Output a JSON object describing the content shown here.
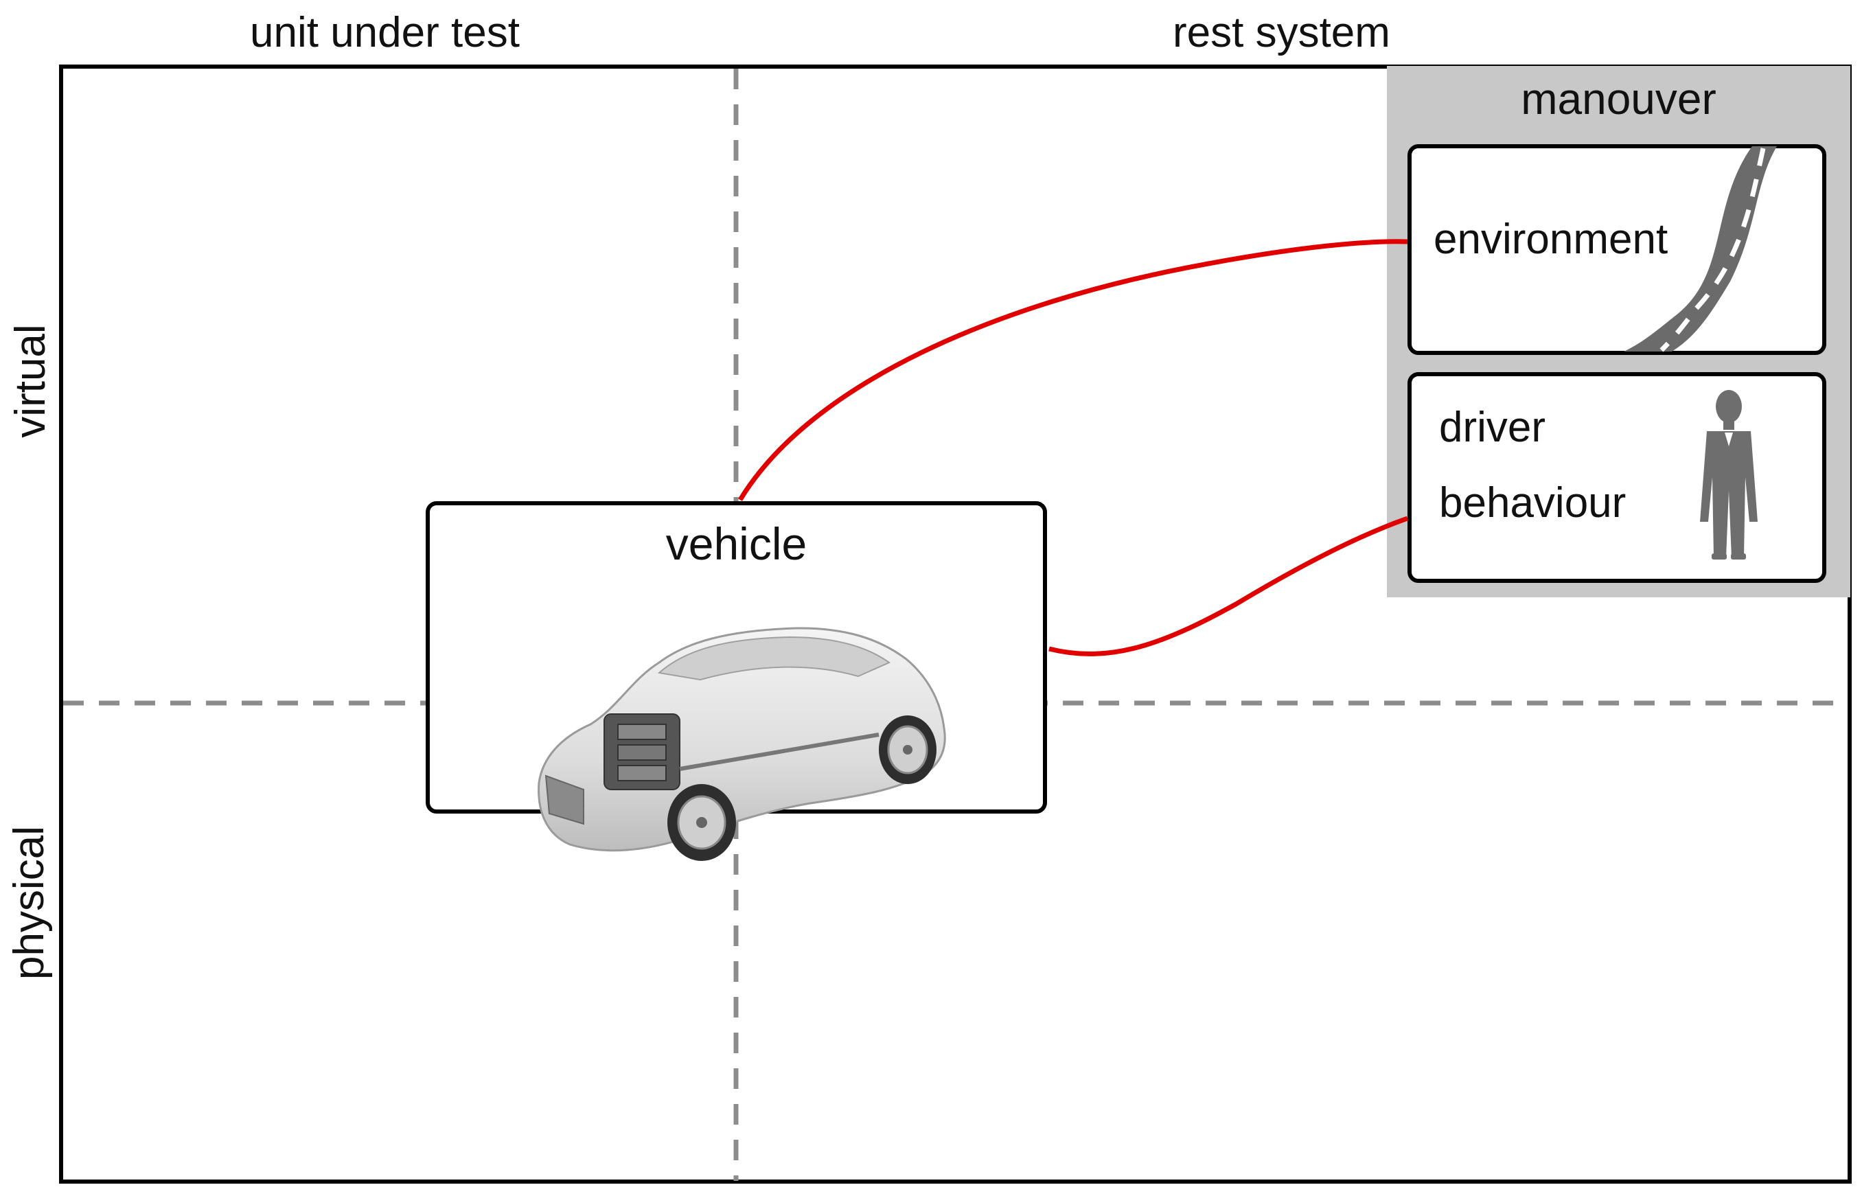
{
  "columns": {
    "unit_under_test": "unit under test",
    "rest_system": "rest system"
  },
  "rows": {
    "virtual": "virtual",
    "physical": "physical"
  },
  "manouver": {
    "title": "manouver",
    "environment_label": "environment",
    "driver_line1": "driver",
    "driver_line2": "behaviour"
  },
  "vehicle": {
    "label": "vehicle"
  },
  "colors": {
    "connector": "#e00000",
    "divider": "#8c8c8c",
    "panel": "#c8c8c8",
    "road": "#6b6b6b",
    "silhouette": "#6e6e6e"
  }
}
